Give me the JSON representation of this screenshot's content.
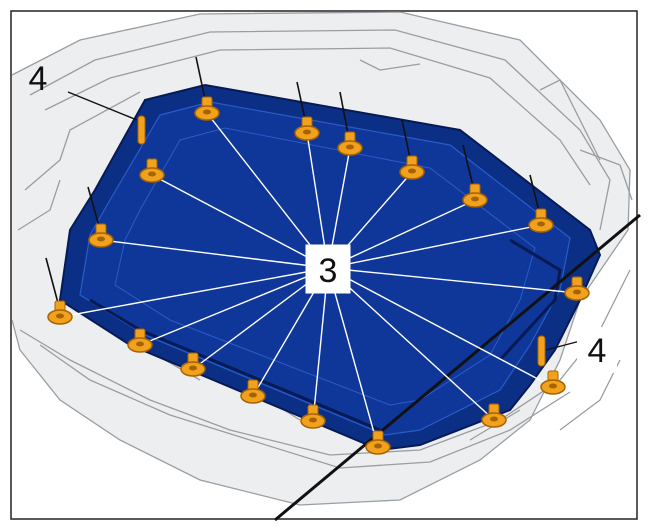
{
  "figure": {
    "callouts": {
      "center": "3",
      "top_left": "4",
      "bottom_right": "4"
    },
    "colors": {
      "panel": "#0c2f86",
      "panel_dark": "#061a55",
      "panel_edge": "#2a5bc8",
      "bolt": "#f0a21f",
      "bolt_dark": "#a86300",
      "frame": "#cfd2d4",
      "frame_line": "#9a9ea2",
      "leader": "#ffffff",
      "border": "#222222"
    },
    "parts": [
      {
        "name": "roof-frame",
        "description_icon": "roof-frame-icon"
      },
      {
        "name": "sunroof-panel",
        "description_icon": "sunroof-panel-icon"
      },
      {
        "name": "mounting-bolt",
        "description_icon": "bolt-icon"
      },
      {
        "name": "guide-pin",
        "description_icon": "guide-pin-icon"
      }
    ]
  }
}
